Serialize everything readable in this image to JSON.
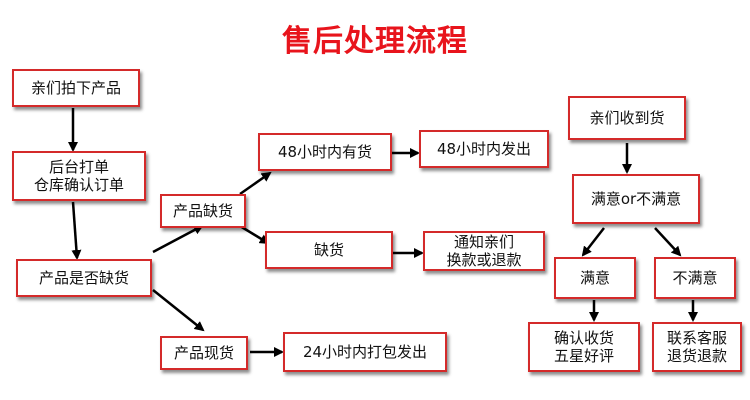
{
  "title": "售后处理流程",
  "colors": {
    "title": "#e8141c",
    "box_border": "#d42a2a",
    "arrow": "#000000"
  },
  "nodes": {
    "order_placed": "亲们拍下产品",
    "backend_order": {
      "line1": "后台打单",
      "line2": "仓库确认订单"
    },
    "check_stock": "产品是否缺货",
    "out_of_stock": "产品缺货",
    "in_stock": "产品现货",
    "restock_48h": "48小时内有货",
    "ship_48h": "48小时内发出",
    "no_stock": "缺货",
    "notify": {
      "line1": "通知亲们",
      "line2": "换款或退款"
    },
    "ship_24h": "24小时内打包发出",
    "received": "亲们收到货",
    "satisfied_or_not": "满意or不满意",
    "satisfied": "满意",
    "not_satisfied": "不满意",
    "confirm_review": {
      "line1": "确认收货",
      "line2": "五星好评"
    },
    "contact_service": {
      "line1": "联系客服",
      "line2": "退货退款"
    }
  }
}
